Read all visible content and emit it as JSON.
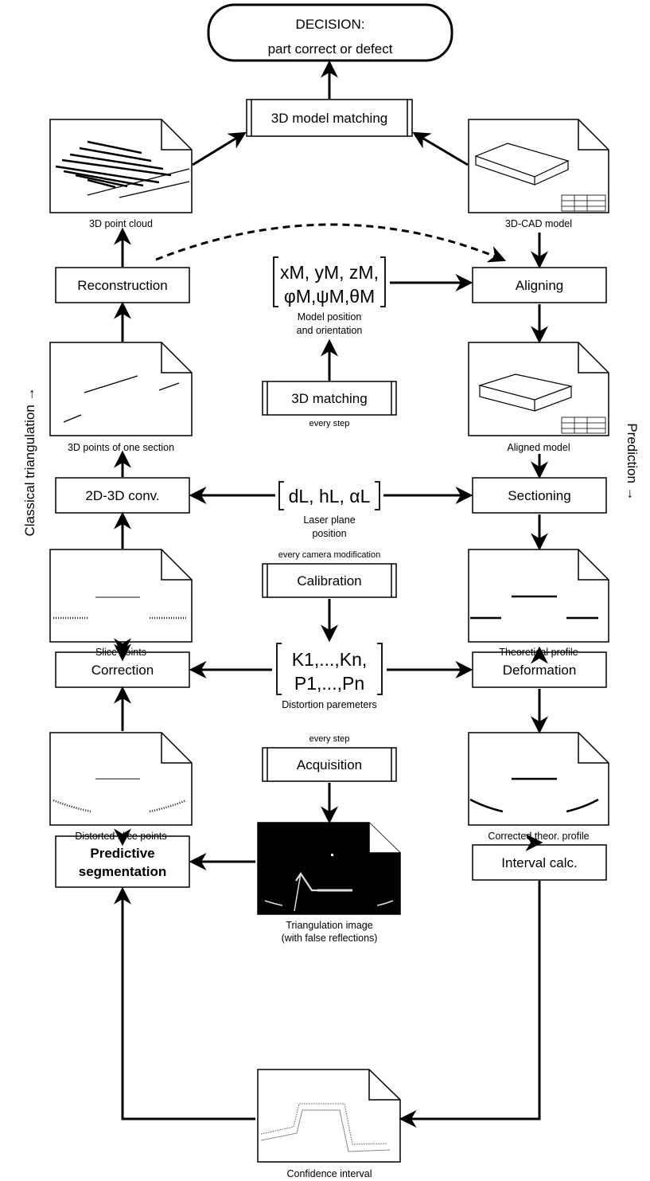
{
  "decision": {
    "line1": "DECISION:",
    "line2": "part correct or defect"
  },
  "processes": {
    "model_matching": "3D model matching",
    "matching_3d": "3D matching",
    "calibration": "Calibration",
    "acquisition": "Acquisition"
  },
  "steps": {
    "reconstruction": "Reconstruction",
    "conv_2d3d": "2D-3D conv.",
    "correction": "Correction",
    "predictive_seg_line1": "Predictive",
    "predictive_seg_line2": "segmentation",
    "aligning": "Aligning",
    "sectioning": "Sectioning",
    "deformation": "Deformation",
    "interval_calc": "Interval calc."
  },
  "documents": {
    "point_cloud": "3D point cloud",
    "cad_model": "3D-CAD model",
    "section_points": "3D points of one section",
    "aligned_model": "Aligned model",
    "slice_points": "Slice points",
    "theoretical_profile": "Theoretical profile",
    "distorted_slice": "Distorted slice points",
    "corrected_profile": "Corrected theor. profile",
    "triangulation_line1": "Triangulation image",
    "triangulation_line2": "(with false reflections)",
    "confidence": "Confidence interval"
  },
  "notes": {
    "every_step_matching": "every step",
    "every_camera": "every camera modification",
    "every_step_acq": "every step"
  },
  "parameters": {
    "model_pose_line1": "xM, yM, zM,",
    "model_pose_line2": "φM,ψM,θM",
    "model_pose_cap1": "Model position",
    "model_pose_cap2": "and orientation",
    "laser_plane": "dL, hL, αL",
    "laser_cap1": "Laser plane",
    "laser_cap2": "position",
    "distortion_line1": "K1,...,Kn,",
    "distortion_line2": "P1,...,Pn",
    "distortion_cap": "Distortion paremeters"
  },
  "sides": {
    "left": "Classical triangulation →",
    "right": "Prediction →"
  }
}
